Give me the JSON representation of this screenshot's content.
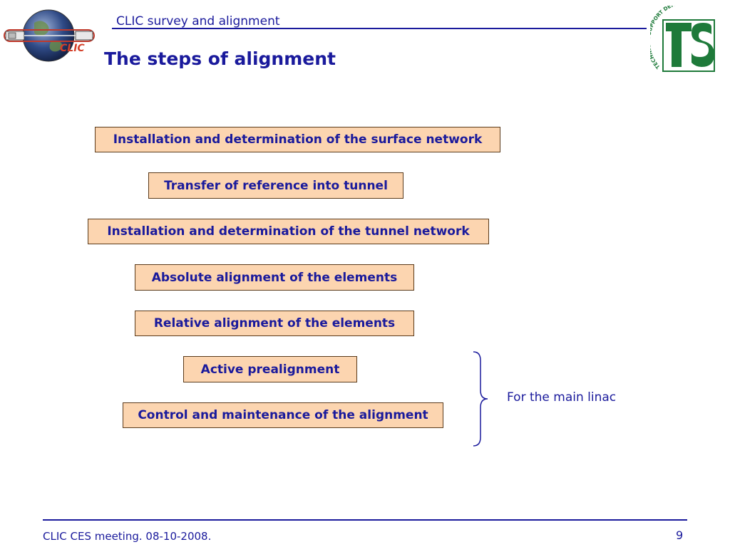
{
  "header": {
    "label": "CLIC survey and alignment",
    "title": "The steps of alignment",
    "right_logo_text": "TECHNICAL SUPPORT DEPARTMENT",
    "left_logo_text": "CLIC"
  },
  "steps": [
    "Installation and determination of the surface network",
    "Transfer of reference into tunnel",
    "Installation and determination of the tunnel network",
    "Absolute alignment of the elements",
    "Relative alignment of the elements",
    "Active prealignment",
    "Control and maintenance of the alignment"
  ],
  "brace_note": "For the main linac",
  "footer": {
    "meeting": "CLIC CES meeting. 08-10-2008.",
    "page": "9"
  },
  "colors": {
    "text": "#1a1a9c",
    "box_fill": "#fcd5b0",
    "box_border": "#5a3a1a",
    "ts_green": "#1e7a3a"
  }
}
